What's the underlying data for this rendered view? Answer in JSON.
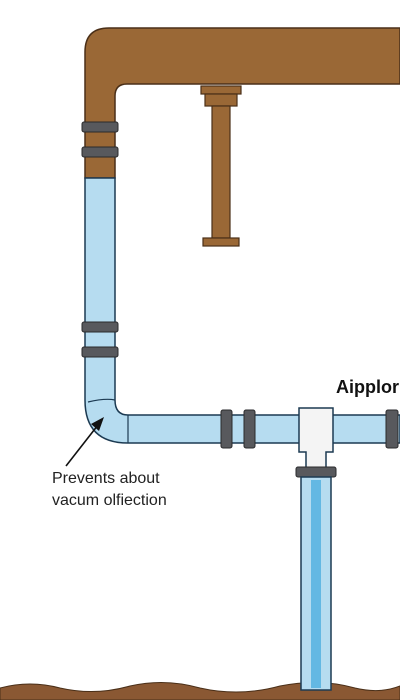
{
  "labels": {
    "heading": "Aipplor",
    "note_line1": "Prevents about",
    "note_line2": "vacum olfiection"
  },
  "colors": {
    "brown_pipe": "#9a6836",
    "brown_outline": "#4a2f18",
    "water_pipe": "#b6dcf0",
    "water_stream": "#63b8e3",
    "pipe_outline": "#1c3a52",
    "clamp": "#58595d",
    "tee_fitting": "#f4f4f4",
    "soil": "#8a5833"
  },
  "icons": {
    "pointer": "arrow-icon"
  }
}
